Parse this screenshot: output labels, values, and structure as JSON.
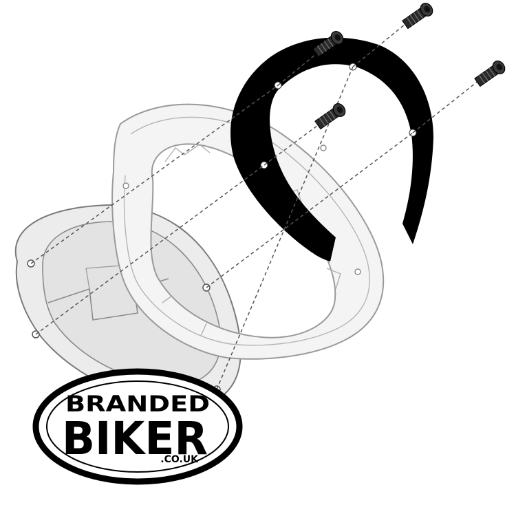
{
  "diagram": {
    "parts": [
      {
        "name": "fuel-cap-plate"
      },
      {
        "name": "tank-ring-flange"
      },
      {
        "name": "black-adapter-ring"
      },
      {
        "name": "mounting-bolt",
        "count": 4
      }
    ]
  },
  "logo": {
    "line1": "BRANDED",
    "line2": "BIKER",
    "line3": ".CO.UK",
    "colors": {
      "ink": "#000000",
      "paper": "#ffffff"
    }
  }
}
